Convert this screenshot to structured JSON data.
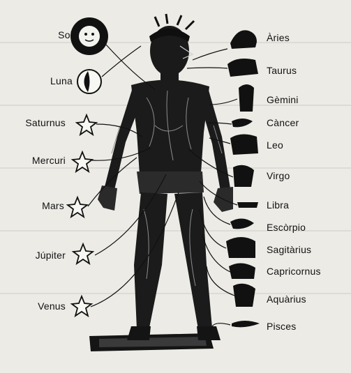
{
  "planets": [
    {
      "id": "sol",
      "label": "Sol"
    },
    {
      "id": "luna",
      "label": "Luna"
    },
    {
      "id": "saturnus",
      "label": "Saturnus"
    },
    {
      "id": "mercuri",
      "label": "Mercuri"
    },
    {
      "id": "mars",
      "label": "Mars"
    },
    {
      "id": "jupiter",
      "label": "Júpiter"
    },
    {
      "id": "venus",
      "label": "Venus"
    }
  ],
  "signs": [
    {
      "id": "aries",
      "label": "Àries"
    },
    {
      "id": "taurus",
      "label": "Taurus"
    },
    {
      "id": "gemini",
      "label": "Gèmini"
    },
    {
      "id": "cancer",
      "label": "Càncer"
    },
    {
      "id": "leo",
      "label": "Leo"
    },
    {
      "id": "virgo",
      "label": "Virgo"
    },
    {
      "id": "libra",
      "label": "Libra"
    },
    {
      "id": "scorpio",
      "label": "Escòrpio"
    },
    {
      "id": "sagittarius",
      "label": "Sagitàrius"
    },
    {
      "id": "capricorn",
      "label": "Capricornus"
    },
    {
      "id": "aquarius",
      "label": "Aquàrius"
    },
    {
      "id": "pisces",
      "label": "Pisces"
    }
  ],
  "colors": {
    "ink": "#111111",
    "paper": "#ecebe6"
  }
}
